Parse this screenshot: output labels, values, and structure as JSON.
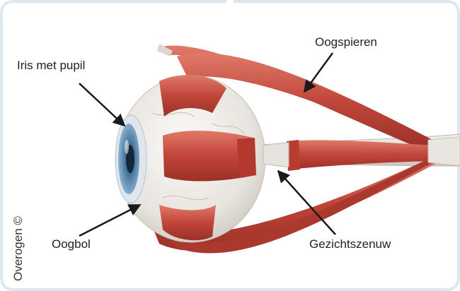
{
  "labels": {
    "iris": "Iris met pupil",
    "muscles": "Oogspieren",
    "eyeball": "Oogbol",
    "optic_nerve": "Gezichtszenuw"
  },
  "credit": "Overogen ©",
  "colors": {
    "frame_border": "#dfe7ee",
    "muscle": "#c0453a",
    "muscle_light": "#e58a78",
    "eyeball": "#eae7e3",
    "nerve": "#dcd8d3",
    "iris": "#5b8cb5",
    "arrow": "#1a1a1a"
  }
}
